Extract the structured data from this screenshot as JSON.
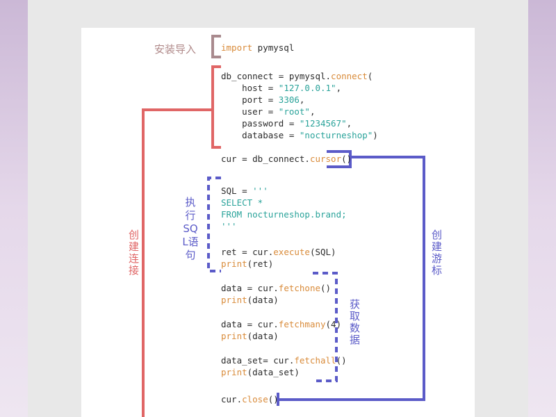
{
  "labels": {
    "install_import": "安装导入",
    "create_connection": "创建连接",
    "execute_sql": "执行SQL语句",
    "create_cursor": "创建游标",
    "fetch_data": "获取数据"
  },
  "code": {
    "import": {
      "kw": "import",
      "rest": " pymysql"
    },
    "connect": {
      "line1_a": "db_connect = pymysql.",
      "line1_fn": "connect",
      "line1_b": "(",
      "host_a": "host = ",
      "host_v": "\"127.0.0.1\"",
      "host_b": ",",
      "port_a": "port = ",
      "port_v": "3306",
      "port_b": ",",
      "user_a": "user = ",
      "user_v": "\"root\"",
      "user_b": ",",
      "pw_a": "password = ",
      "pw_v": "\"1234567\"",
      "pw_b": ",",
      "db_a": "database = ",
      "db_v": "\"nocturneshop\"",
      "db_b": ")"
    },
    "cursor": {
      "a": "cur = db_connect.",
      "fn": "cursor",
      "b": "()"
    },
    "sql": {
      "l1_a": "SQL = ",
      "l1_v": "'''",
      "l2": "SELECT *",
      "l3": "FROM nocturneshop.brand;",
      "l4": "'''"
    },
    "execute": {
      "l1_a": "ret = cur.",
      "l1_fn": "execute",
      "l1_b": "(SQL)",
      "l2_fn": "print",
      "l2_b": "(ret)"
    },
    "fetchone": {
      "a": "data = cur.",
      "fn": "fetchone",
      "b": "()",
      "p_fn": "print",
      "p_b": "(data)"
    },
    "fetchmany": {
      "a": "data = cur.",
      "fn": "fetchmany",
      "b": "(4)",
      "p_fn": "print",
      "p_b": "(data)"
    },
    "fetchall": {
      "a": "data_set= cur.",
      "fn": "fetchall",
      "b": "()",
      "p_fn": "print",
      "p_b": "(data_set)"
    },
    "close": {
      "a": "cur.",
      "fn": "close",
      "b": "()"
    }
  },
  "colors": {
    "connection": "#e06666",
    "import_box": "#a98a8e",
    "cursor": "#5b5bc8",
    "label_import": "#b08a8a",
    "label_connection": "#e06666",
    "label_cursor": "#5b5bc8"
  }
}
